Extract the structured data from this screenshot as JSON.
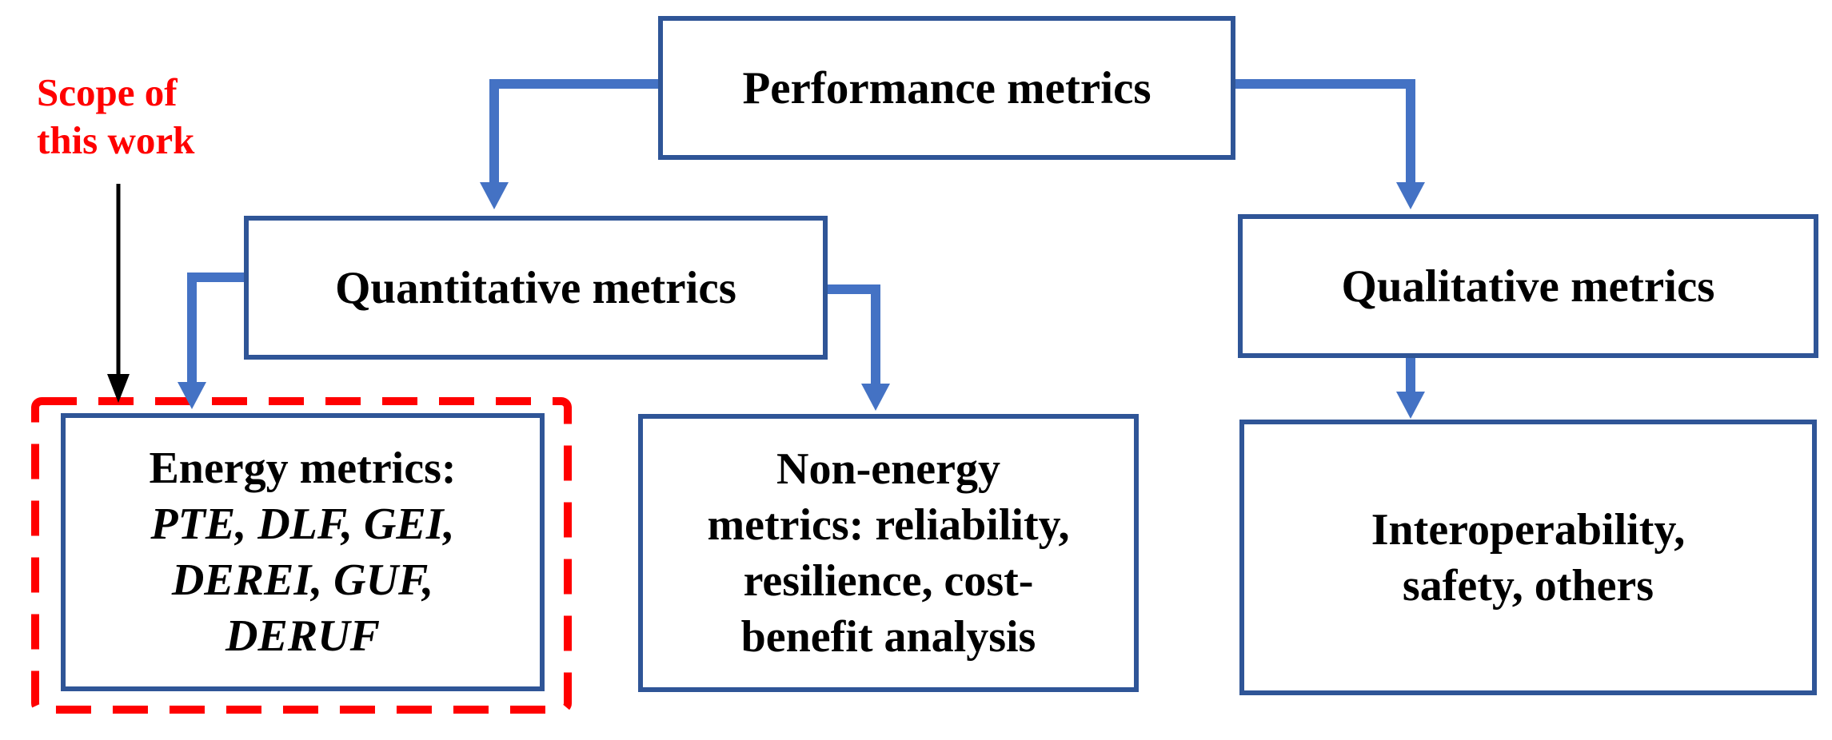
{
  "annotation": {
    "line1": "Scope of",
    "line2": "this work"
  },
  "nodes": {
    "performance": {
      "label": "Performance metrics"
    },
    "quantitative": {
      "label": "Quantitative metrics"
    },
    "qualitative": {
      "label": "Qualitative metrics"
    },
    "energy": {
      "lines": [
        "Energy metrics:",
        "PTE, DLF, GEI,",
        "DEREI, GUF,",
        "DERUF"
      ]
    },
    "non_energy": {
      "lines": [
        "Non-energy",
        "metrics: reliability,",
        "resilience, cost-",
        "benefit analysis"
      ]
    },
    "interoperability": {
      "lines": [
        "Interoperability,",
        "safety, others"
      ]
    }
  },
  "colors": {
    "box_border": "#2F5597",
    "connector_blue": "#4472C4",
    "scope_red": "#FF0000",
    "text": "#000000",
    "background": "#FFFFFF"
  }
}
